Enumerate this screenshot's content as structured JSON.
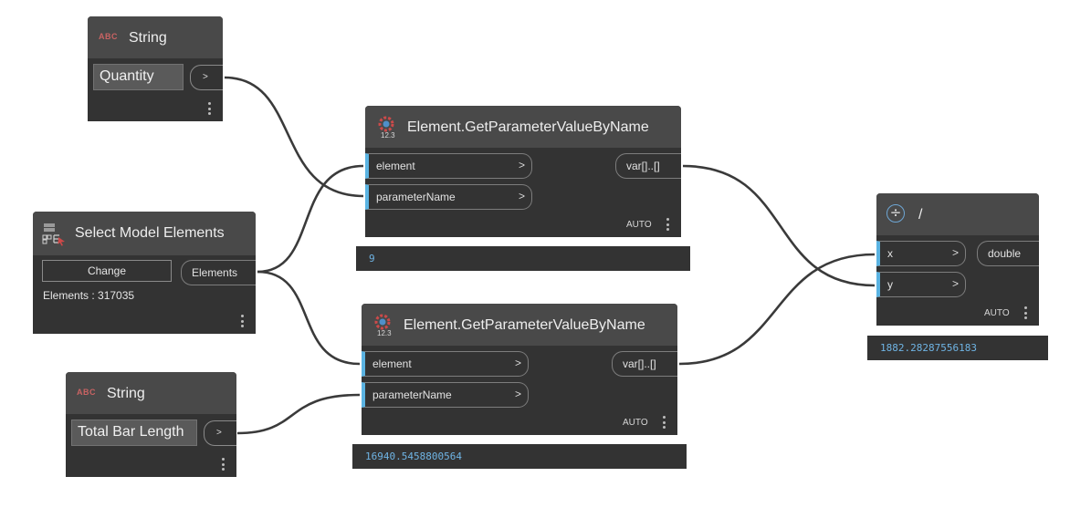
{
  "nodes": {
    "string1": {
      "icon_text": "ABC",
      "title": "String",
      "value": "Quantity",
      "output_glyph": ">"
    },
    "string2": {
      "icon_text": "ABC",
      "title": "String",
      "value": "Total Bar Length",
      "output_glyph": ">"
    },
    "select": {
      "title": "Select Model Elements",
      "change_label": "Change",
      "output_label": "Elements",
      "status": "Elements : 317035"
    },
    "getparam1": {
      "icon_text": "12.3",
      "title": "Element.GetParameterValueByName",
      "inputs": [
        "element",
        "parameterName"
      ],
      "output": "var[]..[]",
      "lacing": "AUTO",
      "preview": "9"
    },
    "getparam2": {
      "icon_text": "12.3",
      "title": "Element.GetParameterValueByName",
      "inputs": [
        "element",
        "parameterName"
      ],
      "output": "var[]..[]",
      "lacing": "AUTO",
      "preview": "16940.5458800564"
    },
    "divide": {
      "icon_symbol": "÷",
      "title": "/",
      "inputs": [
        "x",
        "y"
      ],
      "output": "double",
      "lacing": "AUTO",
      "preview": "1882.28287556183"
    }
  },
  "chevron": ">",
  "colors": {
    "canvas": "#ffffff",
    "node_body": "#333333",
    "node_header": "#494949",
    "wire": "#3a3a3a",
    "input_port_accent": "#5ab3e2",
    "preview_text": "#6fb4e4",
    "string_icon": "#c96363"
  }
}
